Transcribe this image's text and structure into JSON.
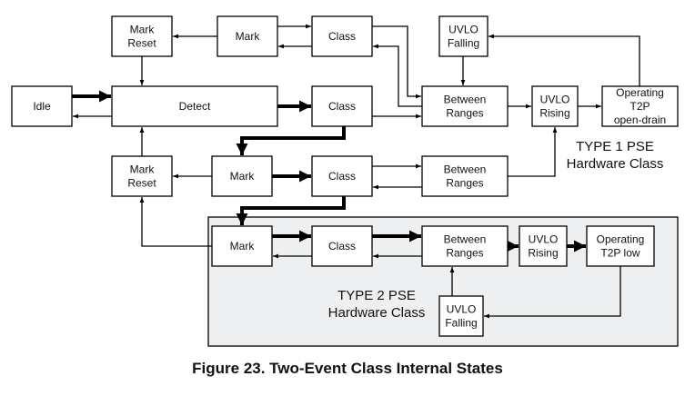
{
  "caption": "Figure 23.  Two-Event Class Internal States",
  "regions": {
    "type1": {
      "line1": "TYPE 1 PSE",
      "line2": "Hardware Class"
    },
    "type2": {
      "line1": "TYPE 2 PSE",
      "line2": "Hardware Class",
      "fill": "#eeeff1"
    }
  },
  "nodes": {
    "mark_reset_1": [
      "Mark",
      "Reset"
    ],
    "mark_1": [
      "Mark"
    ],
    "class_1": [
      "Class"
    ],
    "uvlo_falling_1": [
      "UVLO",
      "Falling"
    ],
    "idle": [
      "Idle"
    ],
    "detect": [
      "Detect"
    ],
    "class_2": [
      "Class"
    ],
    "between_ranges_1": [
      "Between",
      "Ranges"
    ],
    "uvlo_rising_1": [
      "UVLO",
      "Rising"
    ],
    "operating_1": [
      "Operating",
      "T2P",
      "open-drain"
    ],
    "mark_reset_2": [
      "Mark",
      "Reset"
    ],
    "mark_2": [
      "Mark"
    ],
    "class_3": [
      "Class"
    ],
    "between_ranges_2": [
      "Between",
      "Ranges"
    ],
    "mark_3": [
      "Mark"
    ],
    "class_4": [
      "Class"
    ],
    "between_ranges_3": [
      "Between",
      "Ranges"
    ],
    "uvlo_rising_2": [
      "UVLO",
      "Rising"
    ],
    "operating_2": [
      "Operating",
      "T2P low"
    ],
    "uvlo_falling_2": [
      "UVLO",
      "Falling"
    ]
  },
  "edges": [
    {
      "from": "mark_1",
      "to": "mark_reset_1",
      "style": "thin"
    },
    {
      "from": "mark_1",
      "to": "class_1",
      "style": "thin"
    },
    {
      "from": "class_1",
      "to": "mark_1",
      "style": "thin"
    },
    {
      "from": "mark_reset_1",
      "to": "detect",
      "style": "thin"
    },
    {
      "from": "class_1",
      "to": "between_ranges_1",
      "style": "thin"
    },
    {
      "from": "between_ranges_1",
      "to": "class_1",
      "style": "thin"
    },
    {
      "from": "uvlo_falling_1",
      "to": "between_ranges_1",
      "style": "thin"
    },
    {
      "from": "operating_1",
      "to": "uvlo_falling_1",
      "style": "thin"
    },
    {
      "from": "idle",
      "to": "detect",
      "style": "thick"
    },
    {
      "from": "detect",
      "to": "idle",
      "style": "thin"
    },
    {
      "from": "detect",
      "to": "class_2",
      "style": "thick"
    },
    {
      "from": "class_2",
      "to": "between_ranges_1",
      "style": "thin"
    },
    {
      "from": "between_ranges_1",
      "to": "uvlo_rising_1",
      "style": "thin"
    },
    {
      "from": "uvlo_rising_1",
      "to": "operating_1",
      "style": "thin"
    },
    {
      "from": "class_2",
      "to": "mark_2",
      "style": "thick"
    },
    {
      "from": "mark_2",
      "to": "mark_reset_2",
      "style": "thin"
    },
    {
      "from": "mark_reset_2",
      "to": "detect",
      "style": "thin"
    },
    {
      "from": "mark_2",
      "to": "class_3",
      "style": "thick"
    },
    {
      "from": "class_3",
      "to": "between_ranges_2",
      "style": "thin"
    },
    {
      "from": "between_ranges_2",
      "to": "class_3",
      "style": "thin"
    },
    {
      "from": "between_ranges_2",
      "to": "uvlo_rising_1",
      "style": "thin"
    },
    {
      "from": "class_3",
      "to": "mark_3",
      "style": "thick"
    },
    {
      "from": "mark_3",
      "to": "mark_reset_2",
      "style": "thin"
    },
    {
      "from": "mark_3",
      "to": "class_4",
      "style": "thick"
    },
    {
      "from": "class_4",
      "to": "mark_3",
      "style": "thin"
    },
    {
      "from": "class_4",
      "to": "between_ranges_3",
      "style": "thick"
    },
    {
      "from": "between_ranges_3",
      "to": "class_4",
      "style": "thin"
    },
    {
      "from": "between_ranges_3",
      "to": "uvlo_rising_2",
      "style": "thick"
    },
    {
      "from": "uvlo_rising_2",
      "to": "operating_2",
      "style": "thick"
    },
    {
      "from": "operating_2",
      "to": "uvlo_falling_2",
      "style": "thin"
    },
    {
      "from": "uvlo_falling_2",
      "to": "between_ranges_3",
      "style": "thin"
    }
  ]
}
